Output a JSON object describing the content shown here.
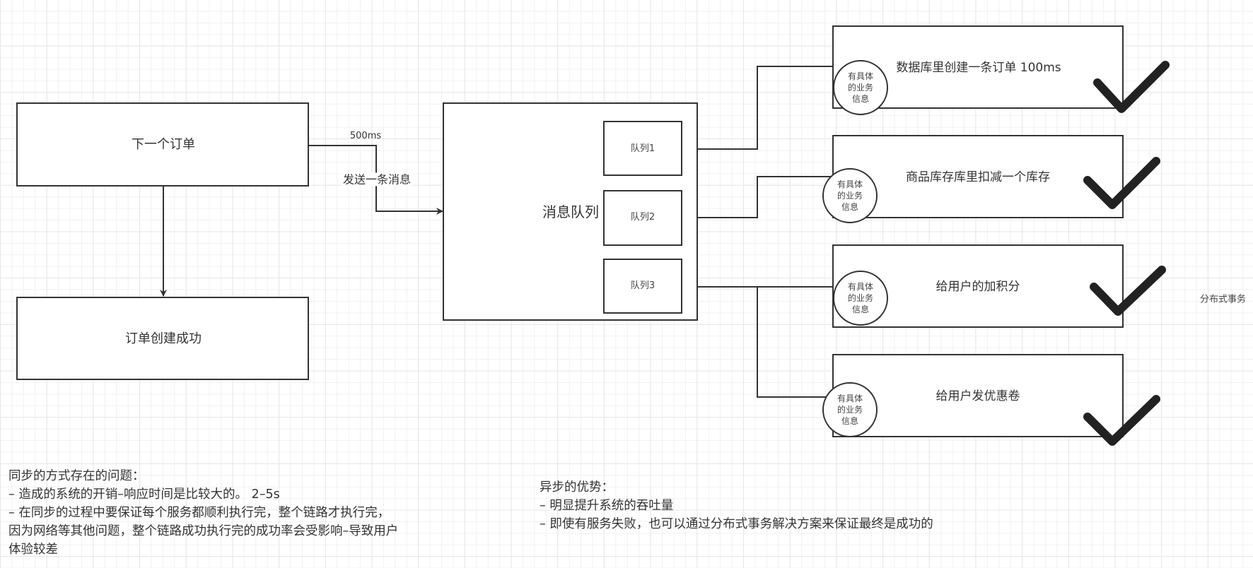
{
  "diagram": {
    "title": "同步 vs 异步 下单流程对比",
    "sync_flow": {
      "place_order": "下一个订单",
      "order_created": "订单创建成功"
    },
    "async_edge": {
      "latency": "500ms",
      "label": "发送一条消息"
    },
    "message_queue": {
      "label": "消息队列",
      "queues": [
        {
          "label": "队列1"
        },
        {
          "label": "队列2"
        },
        {
          "label": "队列3"
        }
      ]
    },
    "services": [
      {
        "label": "数据库里创建一条订单 100ms",
        "badge": "有具体\n的业务\n信息",
        "status": "success",
        "status_icon": "checkmark-icon"
      },
      {
        "label": "商品库存库里扣减一个库存",
        "badge": "有具体\n的业务\n信息",
        "status": "success",
        "status_icon": "checkmark-icon"
      },
      {
        "label": "给用户的加积分",
        "badge": "有具体\n的业务\n信息",
        "status": "success",
        "status_icon": "checkmark-icon"
      },
      {
        "label": "给用户发优惠卷",
        "badge": "有具体\n的业务\n信息",
        "status": "success",
        "status_icon": "checkmark-icon"
      }
    ],
    "side_note": "分布式事务",
    "notes": {
      "sync_problems": {
        "lines": [
          "同步的方式存在的问题：",
          "– 造成的系统的开销–响应时间是比较大的。 2–5s",
          "– 在同步的过程中要保证每个服务都顺利执行完，整个链路才执行完，",
          "因为网络等其他问题，整个链路成功执行完的成功率会受影响–导致用户",
          "体验较差"
        ]
      },
      "async_advantages": {
        "lines": [
          "异步的优势：",
          "– 明显提升系统的吞吐量",
          "– 即使有服务失败，也可以通过分布式事务解决方案来保证最终是成功的"
        ]
      }
    },
    "colors": {
      "stroke": "#333333",
      "grid_minor": "#f1f1f1",
      "grid_major": "#e6e6e6",
      "check": "#222222",
      "background": "#ffffff"
    }
  }
}
